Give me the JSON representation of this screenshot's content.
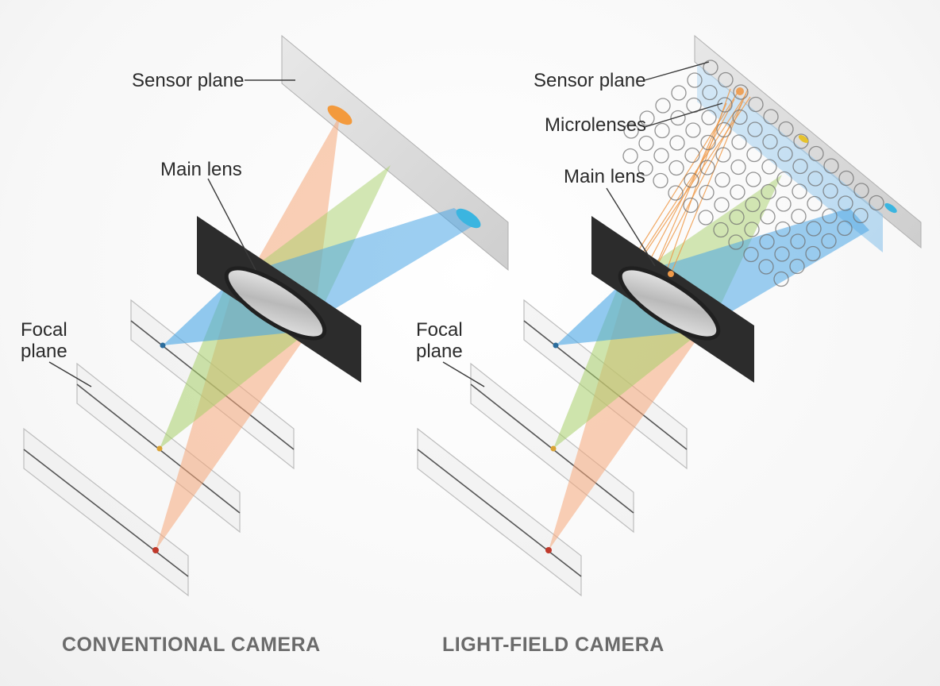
{
  "conventional": {
    "title": "CONVENTIONAL CAMERA",
    "sensor_label": "Sensor plane",
    "lens_label": "Main lens",
    "focal_label_line1": "Focal",
    "focal_label_line2": "plane"
  },
  "lightfield": {
    "title": "LIGHT-FIELD CAMERA",
    "sensor_label": "Sensor plane",
    "microlens_label": "Microlenses",
    "lens_label": "Main lens",
    "focal_label_line1": "Focal",
    "focal_label_line2": "plane"
  },
  "colors": {
    "orange_ray": "#f5a77a",
    "green_ray": "#a8cf6a",
    "blue_ray": "#4aa6e6",
    "lens_mount": "#2c2c2c",
    "sensor": "#d8d8d8",
    "title": "#6b6b6b"
  }
}
